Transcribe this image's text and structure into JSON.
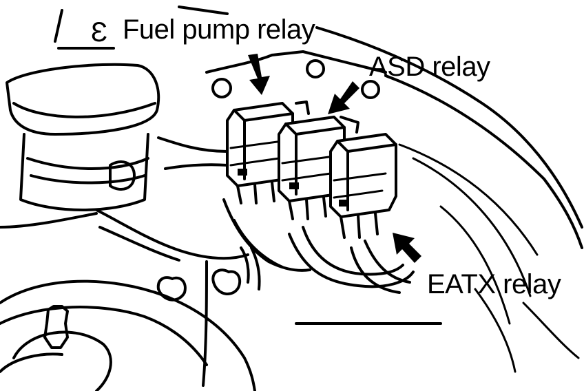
{
  "labels": {
    "fuel_pump_relay": "Fuel pump relay",
    "asd_relay": "ASD relay",
    "eatx_relay": "EATX relay"
  },
  "corner_mark": "Ɛ"
}
